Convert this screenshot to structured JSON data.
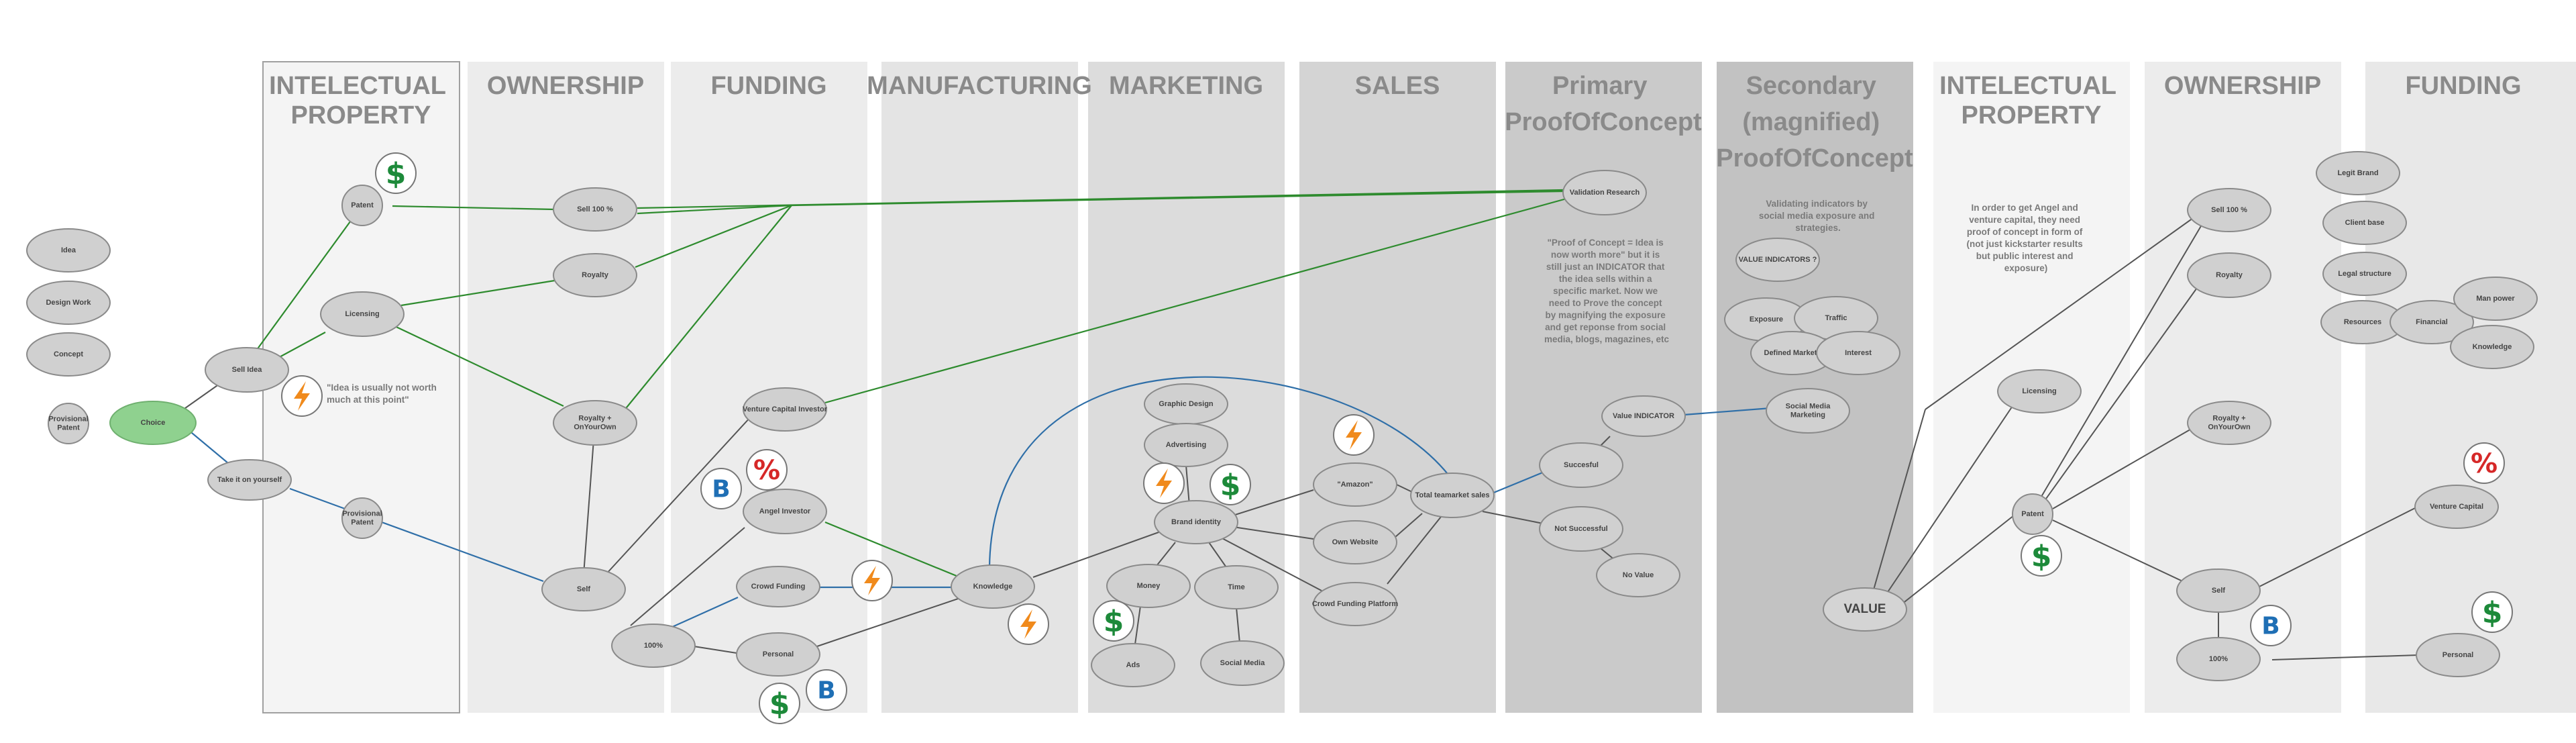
{
  "columns": [
    {
      "id": "ip1",
      "lines": [
        "INTELECTUAL",
        "PROPERTY"
      ]
    },
    {
      "id": "own1",
      "lines": [
        "OWNERSHIP"
      ]
    },
    {
      "id": "fund1",
      "lines": [
        "FUNDING"
      ]
    },
    {
      "id": "manu",
      "lines": [
        "MANUFACTURING"
      ]
    },
    {
      "id": "mark",
      "lines": [
        "MARKETING"
      ]
    },
    {
      "id": "sales",
      "lines": [
        "SALES"
      ]
    },
    {
      "id": "ppoc",
      "lines": [
        "Primary",
        "ProofOfConcept"
      ]
    },
    {
      "id": "spoc",
      "lines": [
        "Secondary",
        "(magnified)",
        "ProofOfConcept"
      ]
    },
    {
      "id": "ip2",
      "lines": [
        "INTELECTUAL",
        "PROPERTY"
      ]
    },
    {
      "id": "own2",
      "lines": [
        "OWNERSHIP"
      ]
    },
    {
      "id": "fund2",
      "lines": [
        "FUNDING"
      ]
    }
  ],
  "nodes": [
    {
      "id": "idea",
      "lines": [
        "Idea"
      ]
    },
    {
      "id": "design",
      "lines": [
        "Design Work"
      ]
    },
    {
      "id": "concept",
      "lines": [
        "Concept"
      ]
    },
    {
      "id": "provpatent",
      "lines": [
        "Provisional",
        "Patent"
      ]
    },
    {
      "id": "choice",
      "lines": [
        "Choice"
      ]
    },
    {
      "id": "sellidea",
      "lines": [
        "Sell Idea"
      ]
    },
    {
      "id": "takeit",
      "lines": [
        "Take it on yourself"
      ]
    },
    {
      "id": "patent",
      "lines": [
        "Patent"
      ]
    },
    {
      "id": "licensing",
      "lines": [
        "Licensing"
      ]
    },
    {
      "id": "provpatent2",
      "lines": [
        "Provisional",
        "Patent"
      ]
    },
    {
      "id": "sell100",
      "lines": [
        "Sell 100 %"
      ]
    },
    {
      "id": "royalty",
      "lines": [
        "Royalty"
      ]
    },
    {
      "id": "royaltyown",
      "lines": [
        "Royalty +",
        "OnYourOwn"
      ]
    },
    {
      "id": "self",
      "lines": [
        "Self"
      ]
    },
    {
      "id": "pct100",
      "lines": [
        "100%"
      ]
    },
    {
      "id": "vci",
      "lines": [
        "Venture Capital Investor"
      ]
    },
    {
      "id": "angel",
      "lines": [
        "Angel Investor"
      ]
    },
    {
      "id": "crowd",
      "lines": [
        "Crowd Funding"
      ]
    },
    {
      "id": "personal",
      "lines": [
        "Personal"
      ]
    },
    {
      "id": "knowledge",
      "lines": [
        "Knowledge"
      ]
    },
    {
      "id": "graphic",
      "lines": [
        "Graphic Design"
      ]
    },
    {
      "id": "advertising",
      "lines": [
        "Advertising"
      ]
    },
    {
      "id": "brand",
      "lines": [
        "Brand identity"
      ]
    },
    {
      "id": "money",
      "lines": [
        "Money"
      ]
    },
    {
      "id": "time",
      "lines": [
        "Time"
      ]
    },
    {
      "id": "ads",
      "lines": [
        "Ads"
      ]
    },
    {
      "id": "social",
      "lines": [
        "Social Media"
      ]
    },
    {
      "id": "amazon",
      "lines": [
        "\"Amazon\""
      ]
    },
    {
      "id": "ownweb",
      "lines": [
        "Own Website"
      ]
    },
    {
      "id": "crowdplat",
      "lines": [
        "Crowd Funding Platform"
      ]
    },
    {
      "id": "total",
      "lines": [
        "Total teamarket sales"
      ]
    },
    {
      "id": "validation",
      "lines": [
        "Validation Research"
      ]
    },
    {
      "id": "successful",
      "lines": [
        "Succesful"
      ]
    },
    {
      "id": "notsucc",
      "lines": [
        "Not Successful"
      ]
    },
    {
      "id": "novalue",
      "lines": [
        "No Value"
      ]
    },
    {
      "id": "valueind",
      "lines": [
        "Value INDICATOR"
      ]
    },
    {
      "id": "valueinds",
      "lines": [
        "VALUE INDICATORS ?"
      ]
    },
    {
      "id": "exposure",
      "lines": [
        "Exposure"
      ]
    },
    {
      "id": "traffic",
      "lines": [
        "Traffic"
      ]
    },
    {
      "id": "defined",
      "lines": [
        "Defined Markets"
      ]
    },
    {
      "id": "interest",
      "lines": [
        "Interest"
      ]
    },
    {
      "id": "smm",
      "lines": [
        "Social Media",
        "Marketing"
      ]
    },
    {
      "id": "value",
      "lines": [
        "VALUE"
      ]
    },
    {
      "id": "licensing2",
      "lines": [
        "Licensing"
      ]
    },
    {
      "id": "patent2",
      "lines": [
        "Patent"
      ]
    },
    {
      "id": "sell1002",
      "lines": [
        "Sell 100 %"
      ]
    },
    {
      "id": "royalty2",
      "lines": [
        "Royalty"
      ]
    },
    {
      "id": "royaltyown2",
      "lines": [
        "Royalty +",
        "OnYourOwn"
      ]
    },
    {
      "id": "self2",
      "lines": [
        "Self"
      ]
    },
    {
      "id": "pct1002",
      "lines": [
        "100%"
      ]
    },
    {
      "id": "legit",
      "lines": [
        "Legit Brand"
      ]
    },
    {
      "id": "client",
      "lines": [
        "Client base"
      ]
    },
    {
      "id": "legal",
      "lines": [
        "Legal structure"
      ]
    },
    {
      "id": "resources",
      "lines": [
        "Resources"
      ]
    },
    {
      "id": "financial",
      "lines": [
        "Financial"
      ]
    },
    {
      "id": "manpower",
      "lines": [
        "Man power"
      ]
    },
    {
      "id": "knowledge2",
      "lines": [
        "Knowledge"
      ]
    },
    {
      "id": "vc2",
      "lines": [
        "Venture Capital"
      ]
    },
    {
      "id": "personal2",
      "lines": [
        "Personal"
      ]
    }
  ],
  "notes": [
    {
      "id": "note-idea",
      "lines": [
        "\"Idea is usually not worth",
        "much at this point\""
      ]
    },
    {
      "id": "note-poc",
      "lines": [
        "\"Proof of Concept = Idea is",
        "now worth more\" but it is",
        "still just an INDICATOR that",
        "the idea sells within a",
        "specific market. Now we",
        "need to Prove the concept",
        "by magnifying the exposure",
        "and get reponse from social",
        "media, blogs, magazines, etc"
      ]
    },
    {
      "id": "note-validating",
      "lines": [
        "Validating indicators by",
        "social media exposure and",
        "strategies."
      ]
    },
    {
      "id": "note-angel",
      "lines": [
        "In order to get Angel and",
        "venture capital, they need",
        "proof of concept in form of",
        "(not just kickstarter results",
        "but public interest and",
        "exposure)"
      ]
    }
  ],
  "badges": {
    "dollar_symbol": "$",
    "b_symbol": "B",
    "percent_symbol": "%"
  },
  "colors": {
    "green_edge": "#2e8b2e",
    "blue_edge": "#2f6fa8",
    "choice_fill": "#8fd18f",
    "dollar": "#1d8a3a",
    "b": "#1f6fb5",
    "percent": "#d62828",
    "bolt": "#f08a1c"
  }
}
